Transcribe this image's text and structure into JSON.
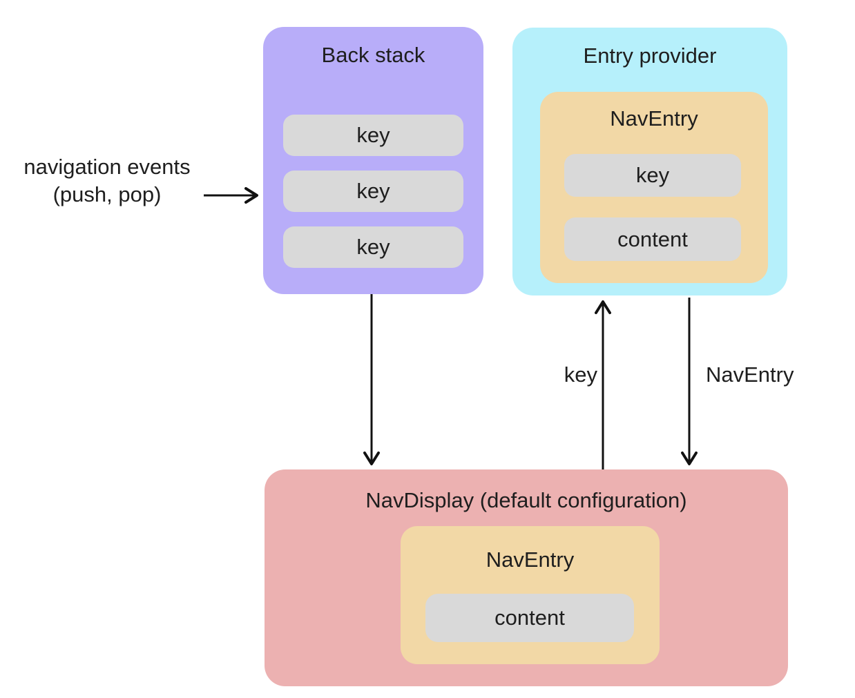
{
  "diagram": {
    "left_annotation": {
      "line1": "navigation events",
      "line2": "(push, pop)"
    },
    "back_stack": {
      "title": "Back stack",
      "keys": [
        "key",
        "key",
        "key"
      ]
    },
    "entry_provider": {
      "title": "Entry provider",
      "nav_entry": {
        "title": "NavEntry",
        "key_label": "key",
        "content_label": "content"
      }
    },
    "nav_display": {
      "title": "NavDisplay (default configuration)",
      "nav_entry": {
        "title": "NavEntry",
        "content_label": "content"
      }
    },
    "arrow_labels": {
      "key_up_arrow": "key",
      "nav_entry_down_arrow": "NavEntry"
    },
    "colors": {
      "back_stack_fill": "#b8adf9",
      "entry_provider_fill": "#b6f0fb",
      "nav_entry_fill": "#f2d8a6",
      "pill_fill": "#d9d9d9",
      "nav_display_fill": "#ecb1b1",
      "arrow_stroke": "#111111",
      "text": "#1e1e1e",
      "background": "#ffffff"
    }
  }
}
